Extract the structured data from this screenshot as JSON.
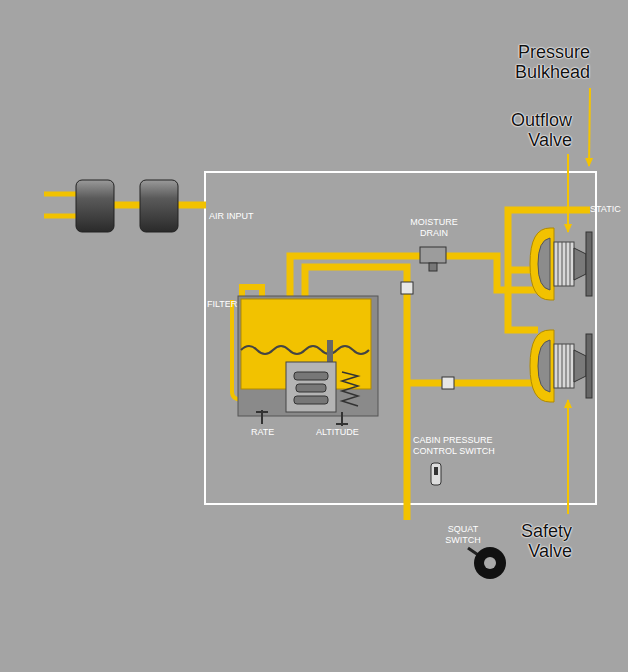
{
  "diagram": {
    "labels": [
      "Pressure Bulkhead",
      "Outflow Valve",
      "AIR INPUT",
      "STATIC",
      "MOISTURE DRAIN",
      "FILTER",
      "RATE",
      "ALTITUDE",
      "CABIN PRESSURE CONTROL SWITCH",
      "SQUAT SWITCH",
      "Safety Valve"
    ]
  }
}
